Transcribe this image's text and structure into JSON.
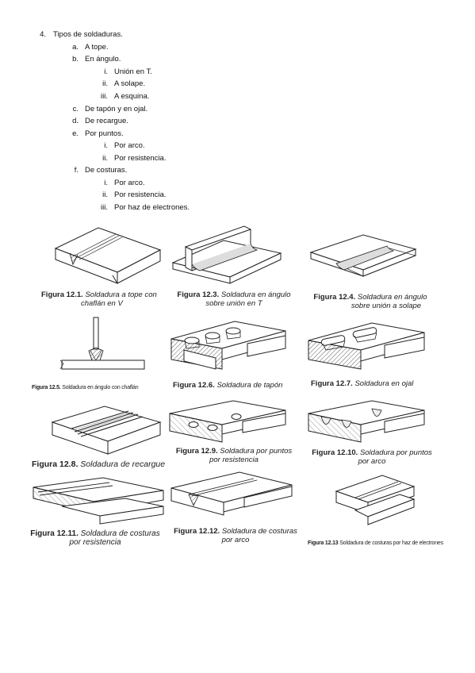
{
  "outline": {
    "item4": {
      "marker": "4.",
      "text": "Tipos de soldaduras."
    },
    "a": {
      "marker": "a.",
      "text": "A tope."
    },
    "b": {
      "marker": "b.",
      "text": "En ángulo."
    },
    "b1": {
      "marker": "i.",
      "text": "Unión en T."
    },
    "b2": {
      "marker": "ii.",
      "text": "A solape."
    },
    "b3": {
      "marker": "iii.",
      "text": "A esquina."
    },
    "c": {
      "marker": "c.",
      "text": "De tapón y en ojal."
    },
    "d": {
      "marker": "d.",
      "text": "De recargue."
    },
    "e": {
      "marker": "e.",
      "text": "Por puntos."
    },
    "e1": {
      "marker": "i.",
      "text": "Por arco."
    },
    "e2": {
      "marker": "ii.",
      "text": "Por resistencia."
    },
    "f": {
      "marker": "f.",
      "text": "De costuras."
    },
    "f1": {
      "marker": "i.",
      "text": "Por arco."
    },
    "f2": {
      "marker": "ii.",
      "text": "Por resistencia."
    },
    "f3": {
      "marker": "iii.",
      "text": "Por haz de electrones."
    }
  },
  "figures": {
    "f1": {
      "num": "Figura 12.1.",
      "text1": "Soldadura a tope con",
      "text2": "chaflán en V"
    },
    "f3": {
      "num": "Figura 12.3.",
      "text1": "Soldadura en ángulo",
      "text2": "sobre unión en T"
    },
    "f4": {
      "num": "Figura 12.4.",
      "text1": "Soldadura en ángulo",
      "text2": "sobre unión a solape"
    },
    "f5": {
      "num": "Figura 12.5.",
      "text1": "Soldadura en ángulo con chaflán"
    },
    "f6": {
      "num": "Figura 12.6.",
      "text1": "Soldadura de tapón"
    },
    "f7": {
      "num": "Figura 12.7.",
      "text1": "Soldadura en ojal"
    },
    "f8": {
      "num": "Figura 12.8.",
      "text1": "Soldadura de recargue"
    },
    "f9": {
      "num": "Figura 12.9.",
      "text1": "Soldadura por puntos",
      "text2": "por resistencia"
    },
    "f10": {
      "num": "Figura 12.10.",
      "text1": "Soldadura por puntos",
      "text2": "por arco"
    },
    "f11": {
      "num": "Figura 12.11.",
      "text1": "Soldadura de costuras",
      "text2": "por resistencia"
    },
    "f12": {
      "num": "Figura 12.12.",
      "text1": "Soldadura de costuras",
      "text2": "por arco"
    },
    "f13": {
      "num": "Figura 12.13",
      "text1": "Soldadura de costuras por haz de electrones"
    }
  }
}
